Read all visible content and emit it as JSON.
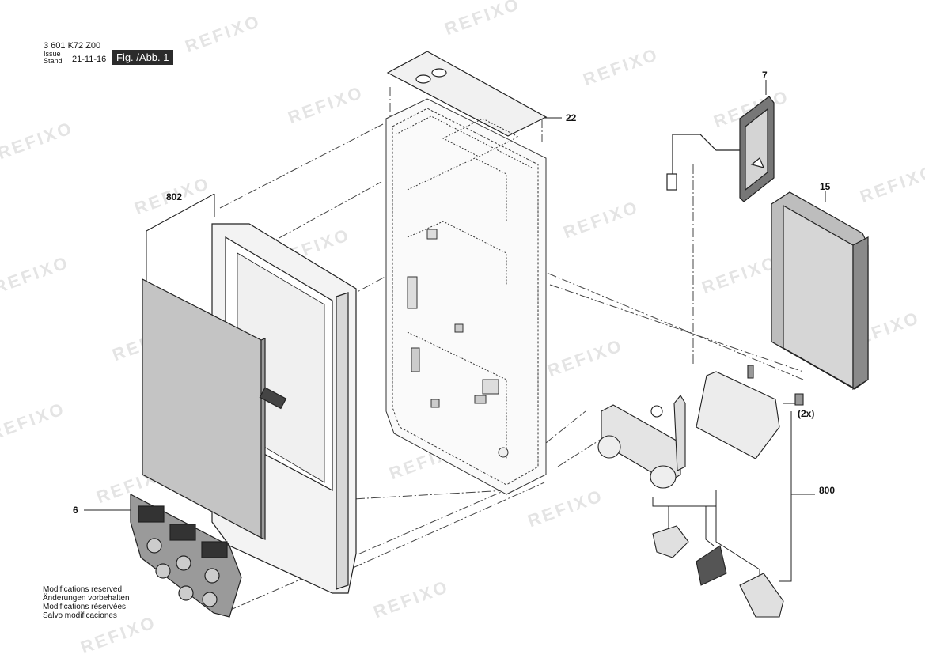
{
  "header": {
    "part_code": "3 601 K72 Z00",
    "issue_label": "Issue",
    "stand_label": "Stand",
    "date": "21-11-16",
    "figure": "Fig. /Abb. 1"
  },
  "callouts": {
    "c22": "22",
    "c7": "7",
    "c15": "15",
    "c802": "802",
    "c6": "6",
    "c800": "800",
    "qty": "(2x)"
  },
  "notes": [
    "Modifications reserved",
    "Änderungen vorbehalten",
    "Modifications réservées",
    "Salvo modificaciones"
  ],
  "watermark": "REFIXO",
  "colors": {
    "line": "#222222",
    "fill_dark": "#8a8a8a",
    "fill_mid": "#bdbdbd",
    "fill_light": "#e6e6e6",
    "watermark": "#cfcfcf"
  }
}
